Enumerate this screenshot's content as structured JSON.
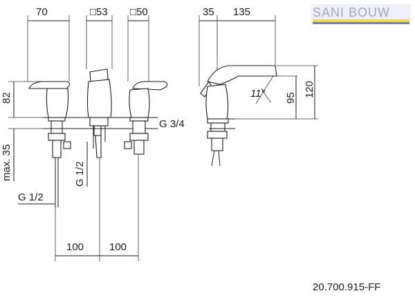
{
  "brand": {
    "text": "SANI BOUW"
  },
  "top_dims": {
    "d1": "70",
    "d2": "□53",
    "d3": "□50",
    "d4": "35",
    "d5": "135"
  },
  "left_dims": {
    "height": "82",
    "max": "max. 35",
    "g_half_left": "G 1/2",
    "g_half_center": "G 1/2"
  },
  "right_dims": {
    "g_three_quarter": "G 3/4",
    "angle": "11°",
    "h95": "95",
    "h120": "120"
  },
  "bottom_dims": {
    "spacing1": "100",
    "spacing2": "100"
  },
  "product_code": "20.700.915-FF"
}
